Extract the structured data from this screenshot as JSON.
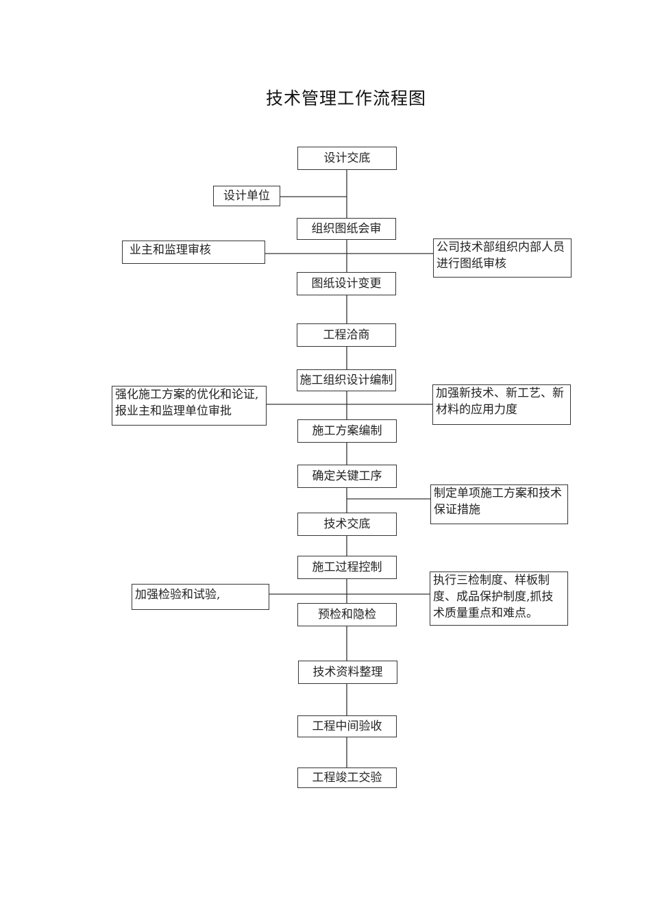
{
  "title": "技术管理工作流程图",
  "main_steps": [
    "设计交底",
    "组织图纸会审",
    "图纸设计变更",
    "工程洽商",
    "施工组织设计编制",
    "施工方案编制",
    "确定关键工序",
    "技术交底",
    "施工过程控制",
    "预检和隐检",
    "技术资料整理",
    "工程中间验收",
    "工程竣工交验"
  ],
  "side_notes": {
    "design_unit": "设计单位",
    "owner_supervisor_review": "业主和监理审核",
    "internal_review": "公司技术部组织内部人员进行图纸审核",
    "scheme_optimization": "强化施工方案的优化和论证,报业主和监理单位审批",
    "new_tech": "加强新技术、新工艺、新材料的应用力度",
    "special_scheme": "制定单项施工方案和技术保证措施",
    "inspection_testing": "加强检验和试验,",
    "quality_control": "执行三检制度、样板制度、成品保护制度,抓技术质量重点和难点。"
  }
}
